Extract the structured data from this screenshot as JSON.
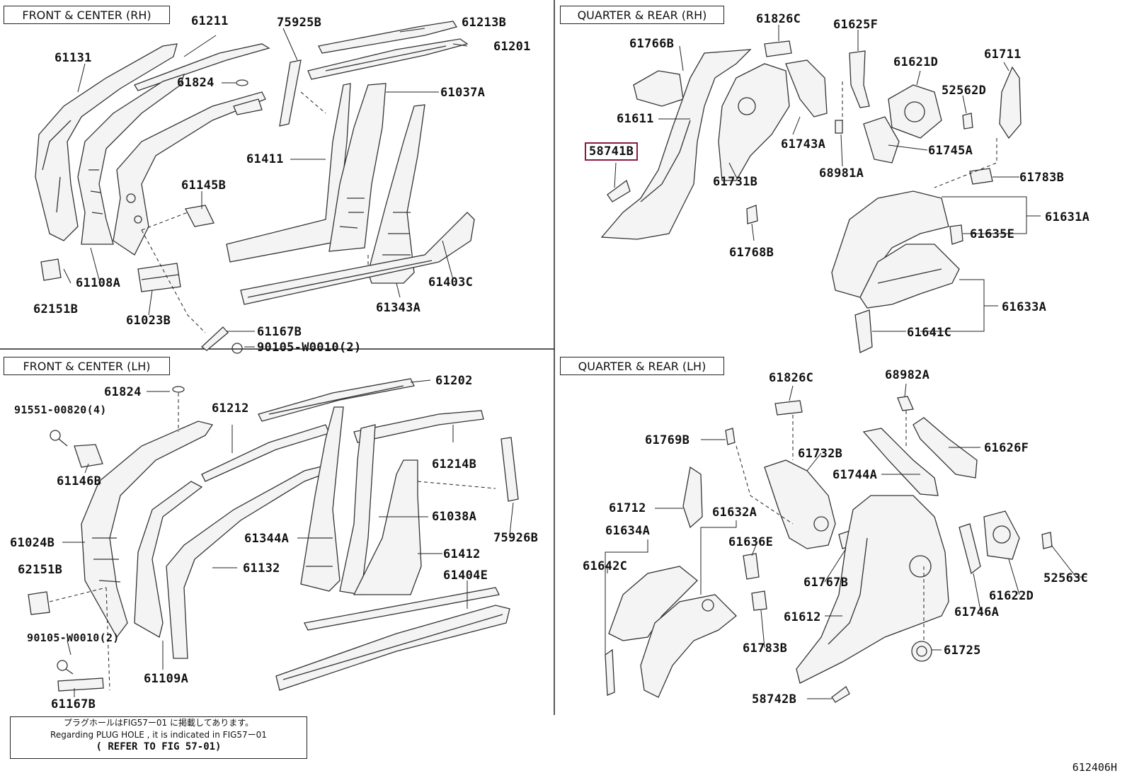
{
  "sections": {
    "front_center_rh": "FRONT & CENTER (RH)",
    "front_center_lh": "FRONT & CENTER (LH)",
    "quarter_rear_rh": "QUARTER & REAR (RH)",
    "quarter_rear_lh": "QUARTER & REAR (LH)"
  },
  "callouts": {
    "p61211": "61211",
    "p75925B": "75925B",
    "p61213B": "61213B",
    "p61131": "61131",
    "p61201": "61201",
    "p61824_rh": "61824",
    "p61037A": "61037A",
    "p61411": "61411",
    "p61145B": "61145B",
    "p62151B_rh": "62151B",
    "p61108A": "61108A",
    "p61023B": "61023B",
    "p61343A": "61343A",
    "p61403C": "61403C",
    "p61167B_rh": "61167B",
    "p90105_rh": "90105-W0010(2)",
    "p61824_lh": "61824",
    "p61202": "61202",
    "p91551": "91551-00820(4)",
    "p61212": "61212",
    "p61214B": "61214B",
    "p61146B": "61146B",
    "p61038A": "61038A",
    "p75926B": "75926B",
    "p61344A": "61344A",
    "p61024B": "61024B",
    "p61412": "61412",
    "p61132": "61132",
    "p62151B_lh": "62151B",
    "p61404E": "61404E",
    "p90105_lh": "90105-W0010(2)",
    "p61109A": "61109A",
    "p61167B_lh": "61167B",
    "p61826C_rh": "61826C",
    "p61766B": "61766B",
    "p61625F": "61625F",
    "p61621D": "61621D",
    "p61711": "61711",
    "p52562D": "52562D",
    "p61611": "61611",
    "p61743A": "61743A",
    "p61745A": "61745A",
    "p58741B": "58741B",
    "p68981A": "68981A",
    "p61731B": "61731B",
    "p61783B_rh": "61783B",
    "p61631A": "61631A",
    "p61635E": "61635E",
    "p61768B": "61768B",
    "p61633A": "61633A",
    "p61641C": "61641C",
    "p61826C_lh": "61826C",
    "p68982A": "68982A",
    "p61769B": "61769B",
    "p61626F": "61626F",
    "p61732B": "61732B",
    "p61744A": "61744A",
    "p61712": "61712",
    "p61632A": "61632A",
    "p61634A": "61634A",
    "p61636E": "61636E",
    "p61642C": "61642C",
    "p61767B": "61767B",
    "p52563C": "52563C",
    "p61622D": "61622D",
    "p61746A": "61746A",
    "p61612": "61612",
    "p61725": "61725",
    "p61783B_lh": "61783B",
    "p58742B": "58742B"
  },
  "note": {
    "line1": "プラグホールはFIG57ー01 に掲載してあります。",
    "line2": "Regarding PLUG HOLE , it is indicated in FIG57ー01",
    "line3": "( REFER TO FIG 57-01)"
  },
  "figure_code": "612406H",
  "highlight_color": "#8a1a3c"
}
